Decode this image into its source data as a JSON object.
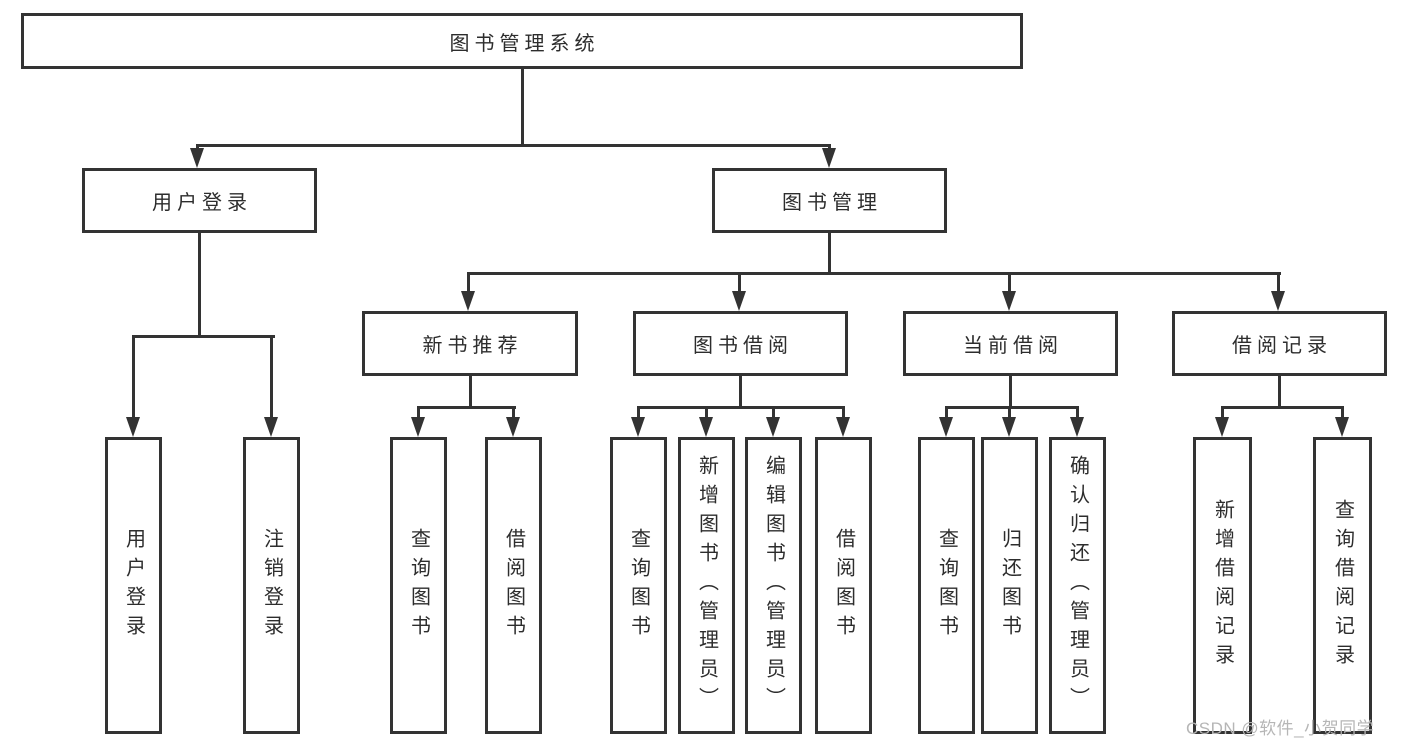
{
  "tree": {
    "root": {
      "label": "图书管理系统"
    },
    "branches": [
      {
        "label": "用户登录",
        "children": [
          {
            "label": "用户登录"
          },
          {
            "label": "注销登录"
          }
        ]
      },
      {
        "label": "图书管理",
        "children": [
          {
            "label": "新书推荐",
            "children": [
              {
                "label": "查询图书"
              },
              {
                "label": "借阅图书"
              }
            ]
          },
          {
            "label": "图书借阅",
            "children": [
              {
                "label": "查询图书"
              },
              {
                "label": "新增图书（管理员）"
              },
              {
                "label": "编辑图书（管理员）"
              },
              {
                "label": "借阅图书"
              }
            ]
          },
          {
            "label": "当前借阅",
            "children": [
              {
                "label": "查询图书"
              },
              {
                "label": "归还图书"
              },
              {
                "label": "确认归还（管理员）"
              }
            ]
          },
          {
            "label": "借阅记录",
            "children": [
              {
                "label": "新增借阅记录"
              },
              {
                "label": "查询借阅记录"
              }
            ]
          }
        ]
      }
    ]
  },
  "watermark": {
    "text": "CSDN @软件_小贺同学"
  },
  "colors": {
    "line": "#333333",
    "text": "#2d2d2d",
    "background": "#ffffff",
    "watermark": "#b6b6b6"
  }
}
